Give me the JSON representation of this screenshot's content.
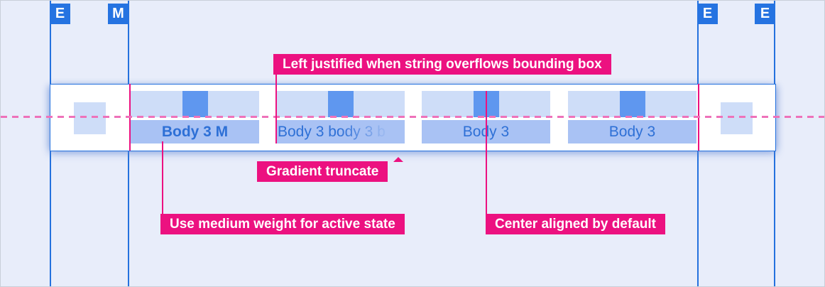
{
  "markers": [
    {
      "label": "E"
    },
    {
      "label": "M"
    },
    {
      "label": "E"
    },
    {
      "label": "E"
    }
  ],
  "tabs": [
    {
      "label": "Body 3 M",
      "state": "active"
    },
    {
      "label": "Body 3 body 3 b",
      "state": "truncated"
    },
    {
      "label": "Body 3",
      "state": "default"
    },
    {
      "label": "Body 3",
      "state": "default"
    }
  ],
  "annotations": {
    "left_justified": "Left justified when string overflows bounding box",
    "gradient_truncate": "Gradient truncate",
    "medium_weight": "Use medium weight for active state",
    "center_aligned": "Center aligned by default"
  },
  "colors": {
    "background": "#E8EDFA",
    "guide_blue": "#2471DE",
    "marker_blue": "#2573E1",
    "bar_background": "#FFFFFF",
    "tab_pad_light": "#CEDDF8",
    "tab_pad_square": "#5F97EF",
    "tab_highlight": "#A9C2F4",
    "tab_text": "#2E70D6",
    "annotation_magenta": "#EC1180",
    "dashed_pink": "#EE72BA"
  }
}
